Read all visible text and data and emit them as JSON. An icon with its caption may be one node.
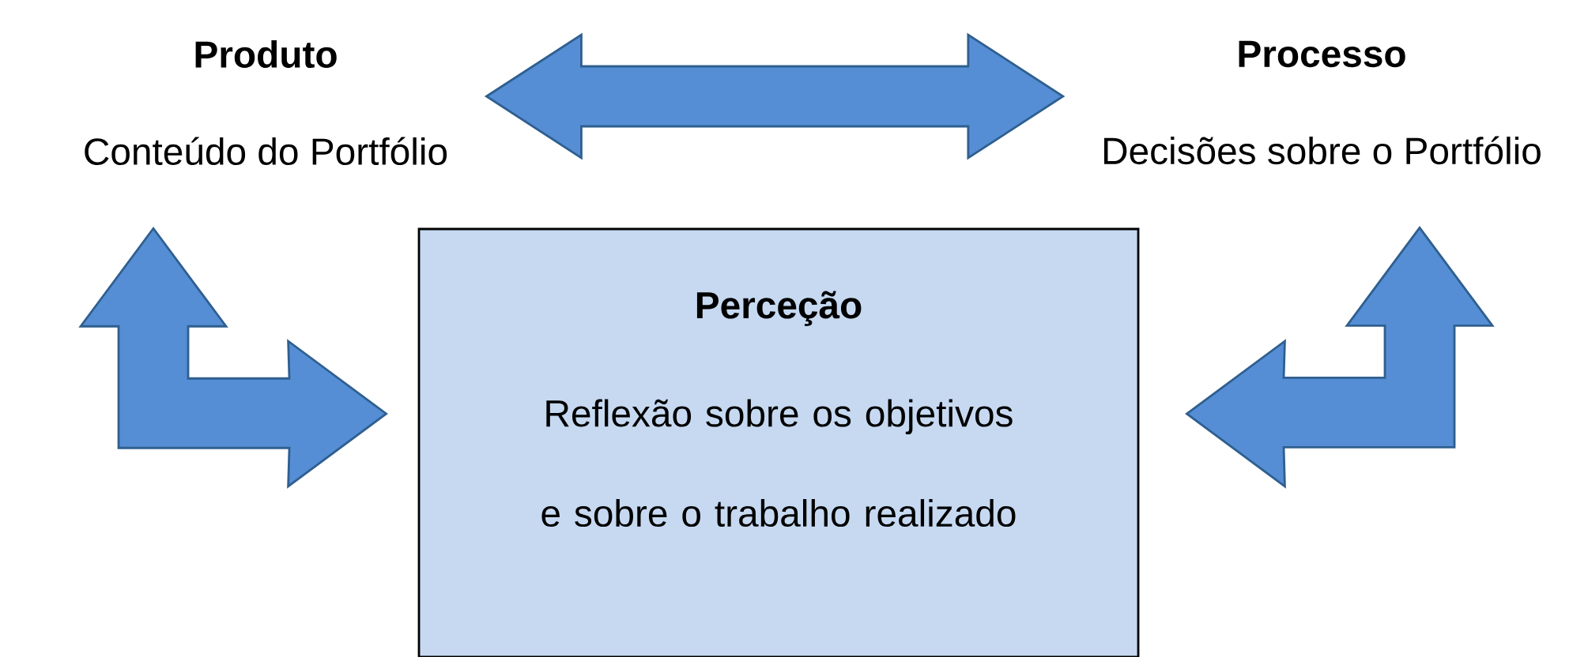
{
  "diagram": {
    "nodes": [
      {
        "text": [
          "Produto",
          "Conteúdo do Portfólio"
        ]
      },
      {
        "text": [
          "Processo",
          "Decisões sobre o Portfólio"
        ]
      },
      {
        "text": [
          "Perceção",
          "Reflexão sobre os objetivos e sobre o trabalho realizado"
        ]
      }
    ],
    "edges": [
      {
        "from": 0,
        "to": 1,
        "arrow": "both"
      },
      {
        "from": 0,
        "to": 2,
        "arrow": "both"
      },
      {
        "from": 1,
        "to": 2,
        "arrow": "both"
      }
    ]
  }
}
